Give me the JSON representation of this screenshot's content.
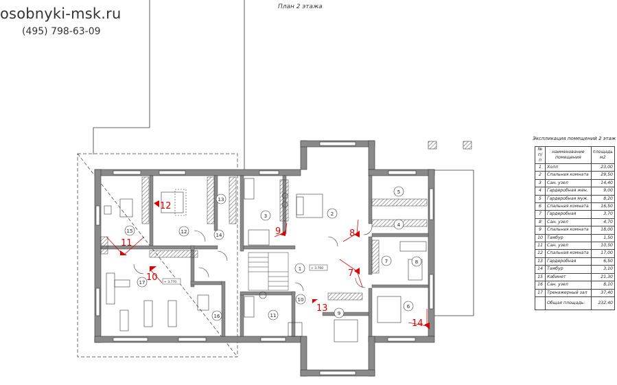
{
  "header": {
    "site": "osobnyki-msk.ru",
    "phone": "(495)  798-63-09"
  },
  "plan": {
    "title": "План 2 этажа",
    "rooms": [
      "1",
      "2",
      "3",
      "4",
      "5",
      "6",
      "7",
      "8",
      "9",
      "10",
      "11",
      "12",
      "13",
      "14",
      "15",
      "16",
      "17"
    ],
    "views": [
      "7",
      "8",
      "9",
      "10",
      "11",
      "12",
      "13",
      "14"
    ],
    "levels": {
      "hall": "+ 3.700",
      "gym": "+ 3.770"
    }
  },
  "explication": {
    "title": "Экспликация помещений  2 этаж",
    "head": {
      "num": "№ п/п",
      "name": "наименование помещения",
      "area": "площадь м2"
    },
    "rows": [
      {
        "n": "1",
        "name": "Холл",
        "area": "23,00"
      },
      {
        "n": "2",
        "name": "Спальная комната",
        "area": "29,50"
      },
      {
        "n": "3",
        "name": "Сан. узел",
        "area": "14,40"
      },
      {
        "n": "4",
        "name": "Гардеробная жен.",
        "area": "9,00"
      },
      {
        "n": "5",
        "name": "Гардеробная муж.",
        "area": "8,20"
      },
      {
        "n": "6",
        "name": "Спальная комната",
        "area": "16,50"
      },
      {
        "n": "7",
        "name": "Гардеробная",
        "area": "3,70"
      },
      {
        "n": "8",
        "name": "Сан. узел",
        "area": "4,70"
      },
      {
        "n": "9",
        "name": "Спальная комната",
        "area": "18,00"
      },
      {
        "n": "10",
        "name": "Тамбур",
        "area": "1,50"
      },
      {
        "n": "11",
        "name": "Сан. узел",
        "area": "10,50"
      },
      {
        "n": "12",
        "name": "Спальная комната",
        "area": "17,00"
      },
      {
        "n": "13",
        "name": "Гардеробная",
        "area": "6,50"
      },
      {
        "n": "14",
        "name": "Тамбур",
        "area": "3,10"
      },
      {
        "n": "15",
        "name": "Кабинет",
        "area": "21,30"
      },
      {
        "n": "16",
        "name": "Сан. узел",
        "area": "8,10"
      },
      {
        "n": "17",
        "name": "Тренажерный зал",
        "area": "37,40"
      }
    ],
    "total": {
      "label": "Общая площадь:",
      "area": "232,40"
    }
  }
}
